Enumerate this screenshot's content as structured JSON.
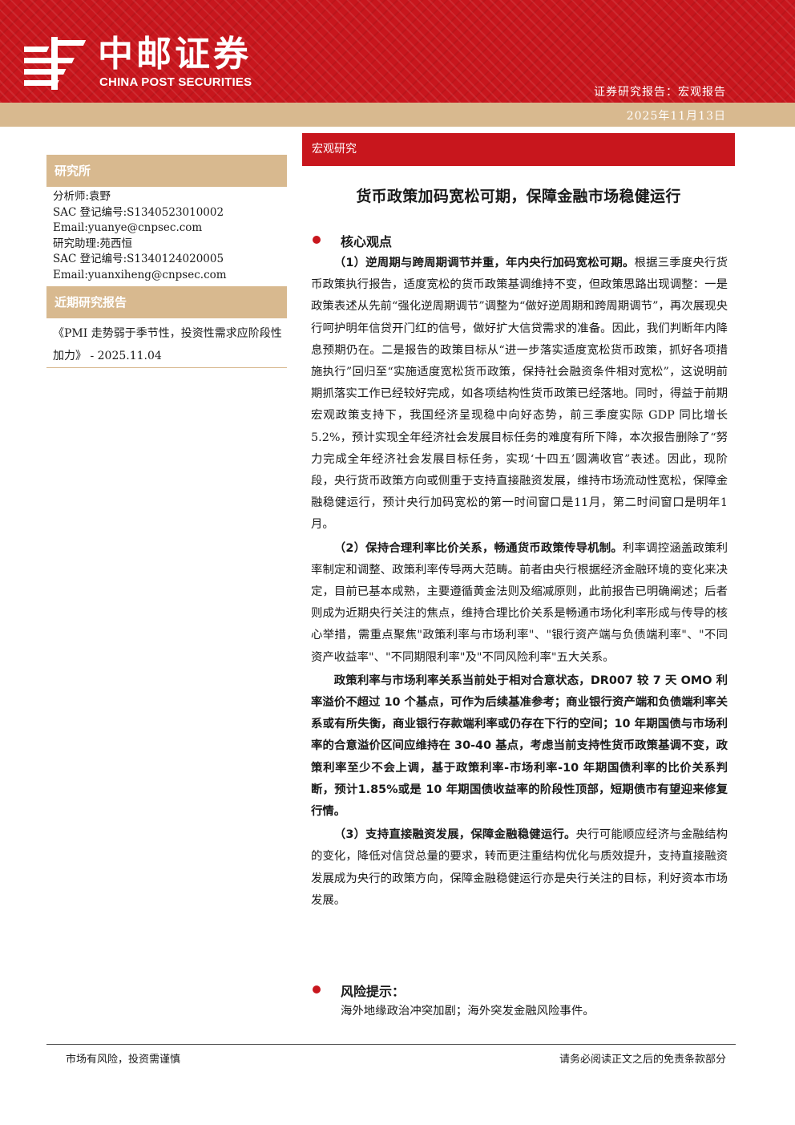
{
  "header": {
    "brand_cn": "中邮证券",
    "brand_en": "CHINA POST SECURITIES",
    "report_type": "证券研究报告：宏观报告",
    "date": "2025年11月13日",
    "colors": {
      "red": "#c8161d",
      "gold": "#d8b98f"
    }
  },
  "sidebar": {
    "research_title": "研究所",
    "analyst_lines": [
      "分析师:袁野",
      "SAC 登记编号:S1340523010002",
      "Email:yuanye@cnpsec.com",
      "研究助理:苑西恒",
      "SAC 登记编号:S1340124020005",
      "Email:yuanxiheng@cnpsec.com"
    ],
    "recent_title": "近期研究报告",
    "recent_report": "《PMI 走势弱于季节性，投资性需求应阶段性加力》 - 2025.11.04"
  },
  "main": {
    "section_label": "宏观研究",
    "title": "货币政策加码宽松可期，保障金融市场稳健运行",
    "core_heading": "核心观点",
    "p1_bold": "（1）逆周期与跨周期调节并重，年内央行加码宽松可期。",
    "p1_text": "根据三季度央行货币政策执行报告，适度宽松的货币政策基调维持不变，但政策思路出现调整：一是政策表述从先前“强化逆周期调节”调整为“做好逆周期和跨周期调节”，再次展现央行呵护明年信贷开门红的信号，做好扩大信贷需求的准备。因此，我们判断年内降息预期仍在。二是报告的政策目标从“进一步落实适度宽松货币政策，抓好各项措施执行”回归至“实施适度宽松货币政策，保持社会融资条件相对宽松”，这说明前期抓落实工作已经较好完成，如各项结构性货币政策已经落地。同时，得益于前期宏观政策支持下，我国经济呈现稳中向好态势，前三季度实际 GDP 同比增长 5.2%，预计实现全年经济社会发展目标任务的难度有所下降，本次报告删除了“努力完成全年经济社会发展目标任务，实现‘十四五’圆满收官”表述。因此，现阶段，央行货币政策方向或侧重于支持直接融资发展，维持市场流动性宽松，保障金融稳健运行，预计央行加码宽松的第一时间窗口是11月，第二时间窗口是明年1月。",
    "p2_bold": "（2）保持合理利率比价关系，畅通货币政策传导机制。",
    "p2_text": "利率调控涵盖政策利率制定和调整、政策利率传导两大范畴。前者由央行根据经济金融环境的变化来决定，目前已基本成熟，主要遵循黄金法则及缩减原则，此前报告已明确阐述；后者则成为近期央行关注的焦点，维持合理比价关系是畅通市场化利率形成与传导的核心举措，需重点聚焦\"政策利率与市场利率\"、\"银行资产端与负债端利率\"、\"不同资产收益率\"、\"不同期限利率\"及\"不同风险利率\"五大关系。",
    "p3_bold": "政策利率与市场利率关系当前处于相对合意状态，DR007 较 7 天 OMO 利率溢价不超过 10 个基点，可作为后续基准参考；商业银行资产端和负债端利率关系或有所失衡，商业银行存款端利率或仍存在下行的空间；10 年期国债与市场利率的合意溢价区间应维持在 30-40 基点，考虑当前支持性货币政策基调不变，政策利率至少不会上调，基于政策利率-市场利率-10 年期国债利率的比价关系判断，预计1.85%或是 10 年期国债收益率的阶段性顶部，短期债市有望迎来修复行情。",
    "p4_bold": "（3）支持直接融资发展，保障金融稳健运行。",
    "p4_text": "央行可能顺应经济与金融结构的变化，降低对信贷总量的要求，转而更注重结构优化与质效提升，支持直接融资发展成为央行的政策方向，保障金融稳健运行亦是央行关注的目标，利好资本市场发展。",
    "risk_heading": "风险提示：",
    "risk_text": "海外地缘政治冲突加剧；海外突发金融风险事件。"
  },
  "footer": {
    "left": "市场有风险，投资需谨慎",
    "right": "请务必阅读正文之后的免责条款部分"
  },
  "icons": {
    "logo": "china-post-logo-icon",
    "bullet": "red-dot-bullet-icon"
  }
}
